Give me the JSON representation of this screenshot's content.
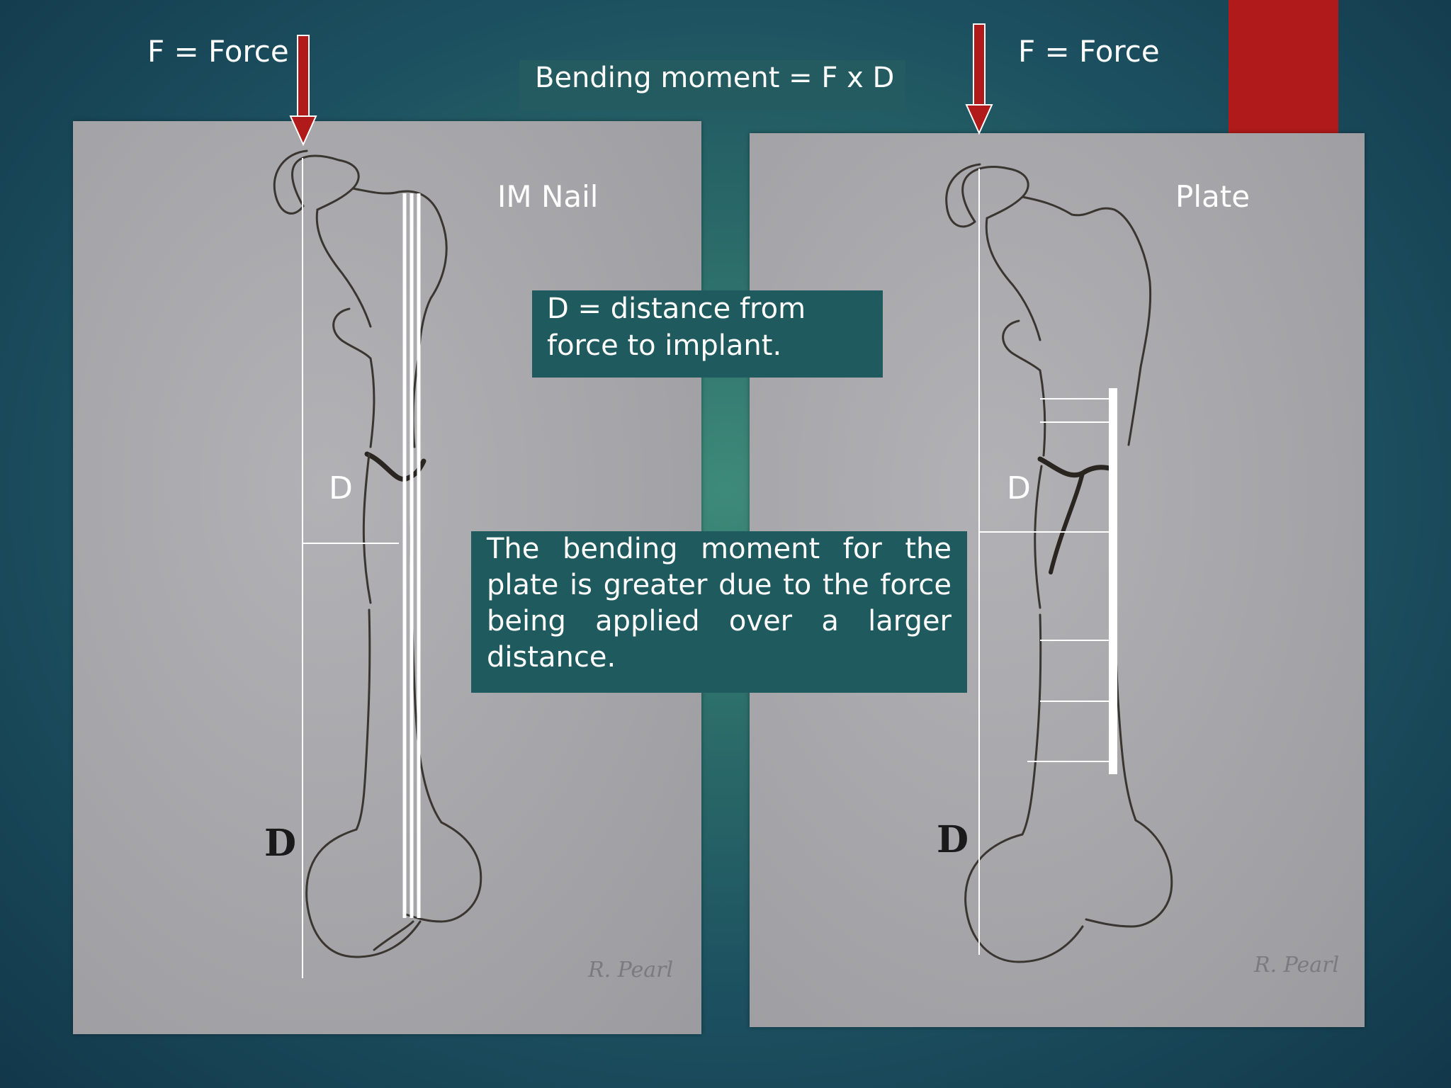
{
  "slide": {
    "title": "Bending moment = F x D",
    "force_label_left": "F = Force",
    "force_label_right": "F = Force",
    "implant_left": "IM Nail",
    "implant_right": "Plate",
    "distance_definition": "D = distance from force to implant.",
    "conclusion": "The bending moment for the plate is greater due to the force being applied over a larger distance.",
    "d_label_left": "D",
    "d_label_right": "D",
    "drawing_letter_left": "D",
    "drawing_letter_right": "D",
    "signature_left": "R. Pearl",
    "signature_right": "R. Pearl"
  },
  "colors": {
    "accent_red": "#b01a1a",
    "box_teal": "#1f5a5e",
    "panel_gray": "#a9a9ad"
  }
}
